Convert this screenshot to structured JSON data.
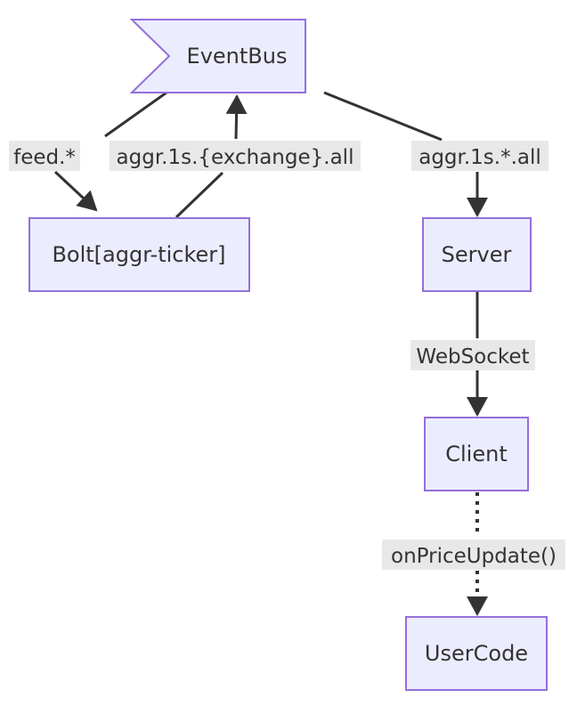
{
  "colors": {
    "node_fill": "#ECECFF",
    "node_stroke": "#9370DB",
    "edge": "#333333",
    "label_bg": "#E8E8E8",
    "text": "#333333"
  },
  "nodes": {
    "eventbus": "EventBus",
    "bolt": "Bolt[aggr-ticker]",
    "server": "Server",
    "client": "Client",
    "usercode": "UserCode"
  },
  "edges": [
    {
      "from": "EventBus",
      "to": "Bolt[aggr-ticker]",
      "label": "feed.*",
      "style": "solid"
    },
    {
      "from": "Bolt[aggr-ticker]",
      "to": "EventBus",
      "label": "aggr.1s.{exchange}.all",
      "style": "solid"
    },
    {
      "from": "EventBus",
      "to": "Server",
      "label": "aggr.1s.*.all",
      "style": "solid"
    },
    {
      "from": "Server",
      "to": "Client",
      "label": "WebSocket",
      "style": "solid"
    },
    {
      "from": "Client",
      "to": "UserCode",
      "label": "onPriceUpdate()",
      "style": "dotted"
    }
  ]
}
